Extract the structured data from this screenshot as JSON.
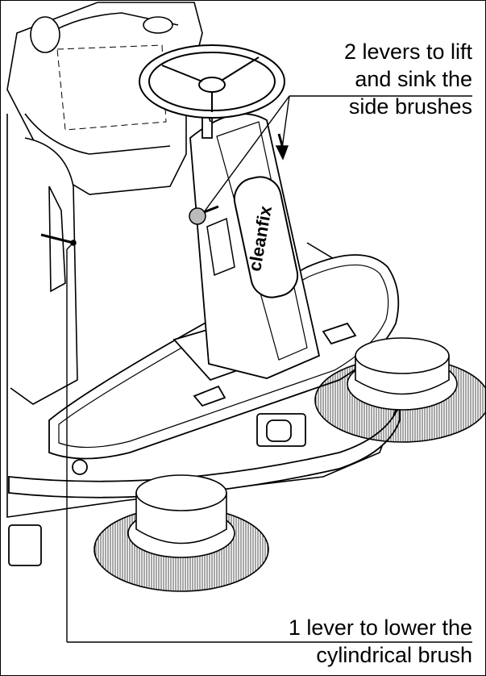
{
  "labels": {
    "side_brushes": [
      "2 levers to lift",
      "and sink the",
      "side brushes"
    ],
    "cylindrical_brush": [
      "1 lever to lower the",
      "cylindrical brush"
    ]
  },
  "brand": {
    "logo_text": "cleanfix"
  },
  "colors": {
    "line": "#000000",
    "background": "#ffffff",
    "knob": "#bbbbbb"
  }
}
